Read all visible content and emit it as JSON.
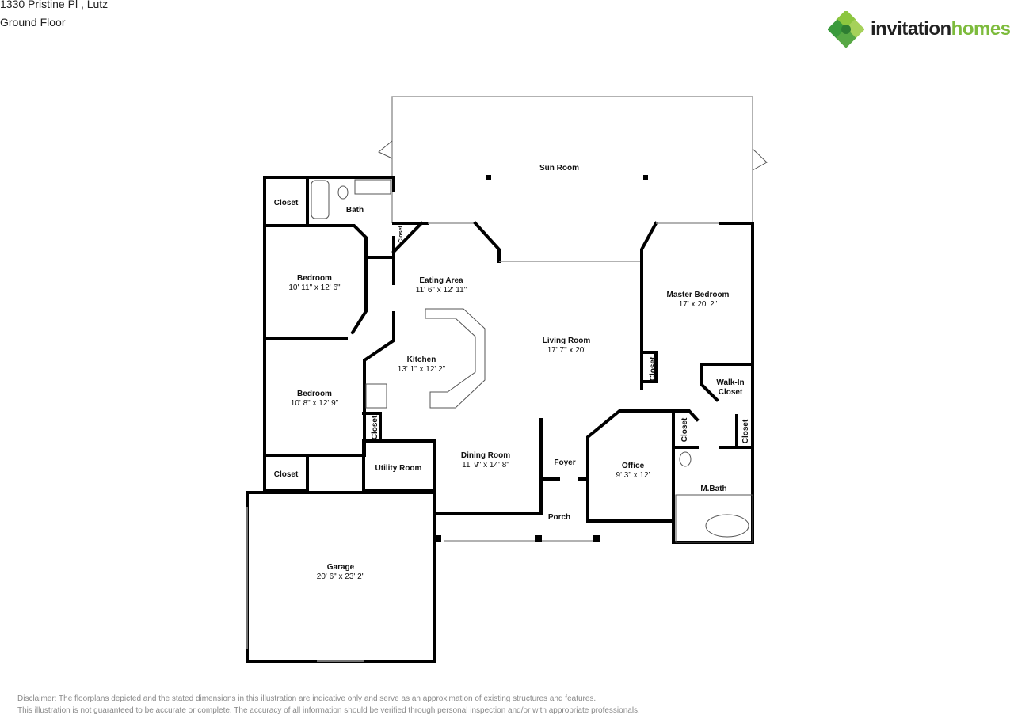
{
  "header": {
    "address": "1330 Pristine Pl , Lutz",
    "floor": "Ground Floor"
  },
  "logo": {
    "word1": "invitation",
    "word2": "homes",
    "brand_color": "#7dbb3c"
  },
  "rooms": [
    {
      "name": "Sun Room",
      "dims": ""
    },
    {
      "name": "Closet",
      "dims": ""
    },
    {
      "name": "Bath",
      "dims": ""
    },
    {
      "name": "Bedroom",
      "dims": "10' 11\" x 12' 6\""
    },
    {
      "name": "Eating Area",
      "dims": "11' 6\" x 12' 11\""
    },
    {
      "name": "Kitchen",
      "dims": "13' 1\" x 12' 2\""
    },
    {
      "name": "Living Room",
      "dims": "17' 7\" x 20'"
    },
    {
      "name": "Master Bedroom",
      "dims": "17' x 20' 2\""
    },
    {
      "name": "Bedroom",
      "dims": "10' 8\" x 12' 9\""
    },
    {
      "name": "Closet",
      "dims": ""
    },
    {
      "name": "Walk-In",
      "dims": "Closet"
    },
    {
      "name": "Dining Room",
      "dims": "11' 9\" x 14' 8\""
    },
    {
      "name": "Foyer",
      "dims": ""
    },
    {
      "name": "Office",
      "dims": "9' 3\" x 12'"
    },
    {
      "name": "Utility Room",
      "dims": ""
    },
    {
      "name": "Closet",
      "dims": ""
    },
    {
      "name": "Porch",
      "dims": ""
    },
    {
      "name": "M.Bath",
      "dims": ""
    },
    {
      "name": "Garage",
      "dims": "20' 6\" x 23' 2\""
    }
  ],
  "small_labels": {
    "closet": "Closet"
  },
  "disclaimer": {
    "line1": "Disclaimer: The floorplans depicted and the stated dimensions in this illustration are indicative only and serve as an approximation of existing structures and features.",
    "line2": "This illustration is not guaranteed to be accurate or complete. The accuracy of all information should be verified through personal inspection and/or with appropriate professionals."
  }
}
